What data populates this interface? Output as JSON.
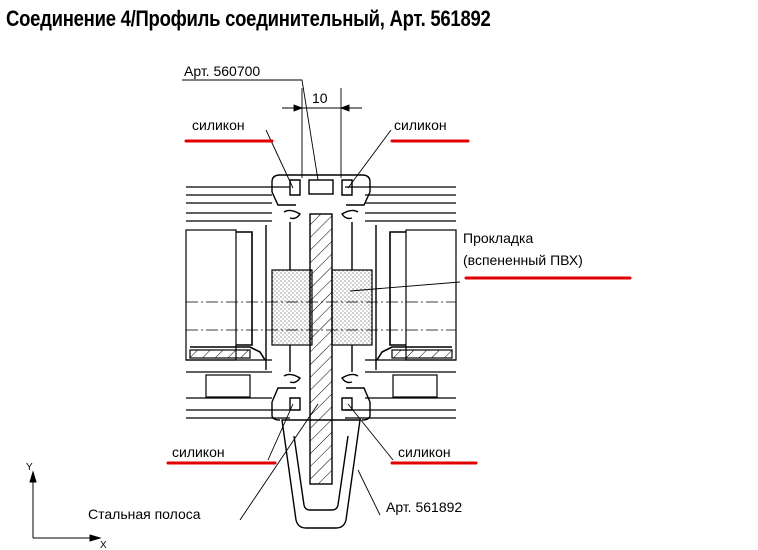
{
  "title": "Соединение 4/Профиль соединительный, Арт. 561892",
  "labels": {
    "art_top": "Арт. 560700",
    "dimension": "10",
    "silicone_top_left": "силикон",
    "silicone_top_right": "силикон",
    "gasket_line1": "Прокладка",
    "gasket_line2": "(вспененный ПВХ)",
    "silicone_bottom_left": "силикон",
    "silicone_bottom_right": "силикон",
    "steel_strip": "Стальная полоса",
    "art_bottom": "Арт. 561892",
    "axis_y": "Y",
    "axis_x": "X"
  },
  "colors": {
    "line": "#000000",
    "highlight": "#e00000",
    "foam": "#cfcfcf"
  }
}
